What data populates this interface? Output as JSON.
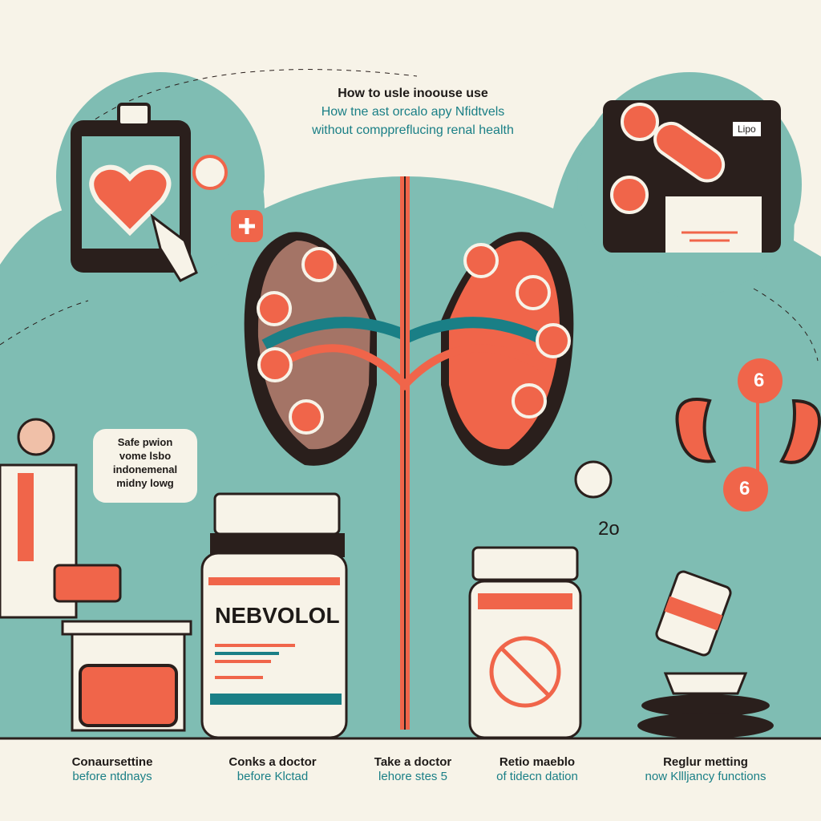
{
  "header": {
    "title": "How to usle inoouse use",
    "subtitle_line1": "How tne ast orcalo apy Nfidtvels",
    "subtitle_line2": "without comppreflucing renal health"
  },
  "callout": {
    "lines": [
      "Safe pwion",
      "vome lsbo",
      "indonemenal",
      "midny lowg"
    ]
  },
  "monitor_label": "Lipo",
  "bottle_name": "NEBVOLOL",
  "badges": {
    "top": "6",
    "bottom": "6",
    "counter": "2o"
  },
  "steps": [
    {
      "title": "Conaursettine",
      "subtitle": "before ntdnays"
    },
    {
      "title": "Conks a doctor",
      "subtitle": "before Klctad"
    },
    {
      "title": "Take a doctor",
      "subtitle": "lehore stes 5"
    },
    {
      "title": "Retio maeblo",
      "subtitle": "of tidecn dation"
    },
    {
      "title": "Reglur metting",
      "subtitle": "now Kllljancy functions"
    }
  ],
  "colors": {
    "background": "#f7f3e8",
    "teal": "#7fbdb3",
    "coral": "#f0654a",
    "dark": "#2a1f1c",
    "accent_text": "#1a7f86"
  }
}
